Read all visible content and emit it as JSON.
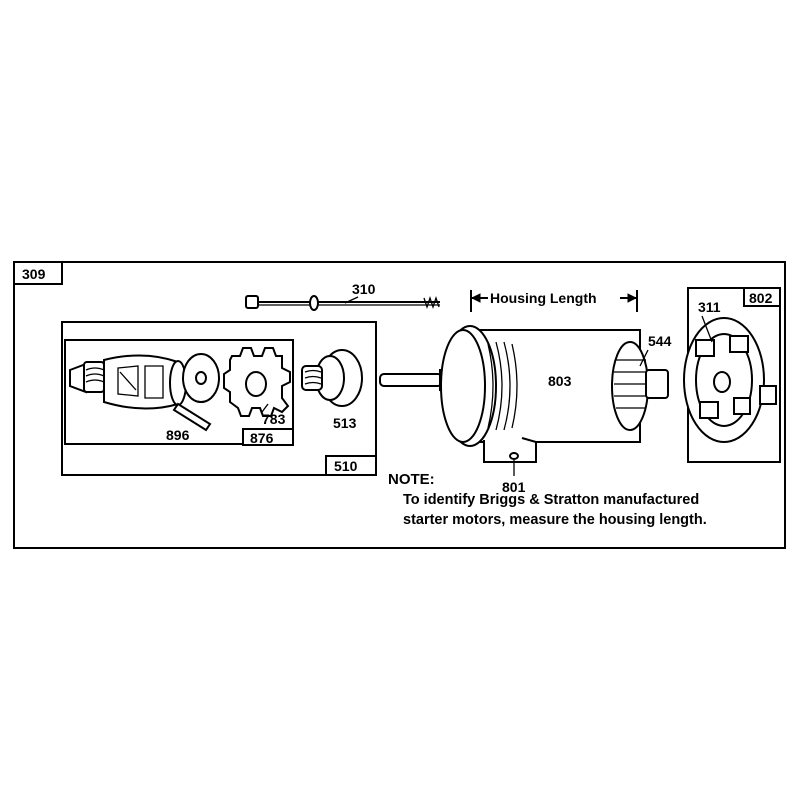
{
  "diagram": {
    "labels": {
      "kit_309": "309",
      "bolt_310": "310",
      "housing_length": "Housing Length",
      "brush_544": "544",
      "endcap_802": "802",
      "cap_311": "311",
      "armature_803": "803",
      "bracket_801": "801",
      "drive_510": "510",
      "gear_876": "876",
      "pin_896": "896",
      "gear_783": "783",
      "cup_513": "513"
    },
    "note": {
      "title": "NOTE:",
      "line1": "To identify Briggs & Stratton manufactured",
      "line2": "starter motors, measure the housing length."
    }
  }
}
